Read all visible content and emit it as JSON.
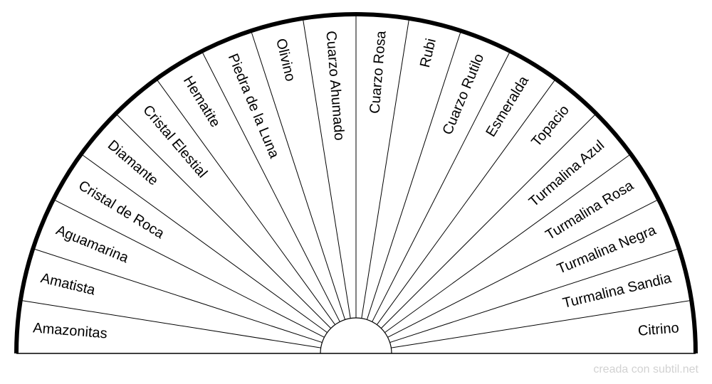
{
  "chart": {
    "segments": [
      "Amazonitas",
      "Amatista",
      "Aguamarina",
      "Cristal de Roca",
      "Diamante",
      "Cristal Elestial",
      "Hematite",
      "Piedra de la Luna",
      "Olivino",
      "Cuarzo Ahumado",
      "Cuarzo Rosa",
      "Rubi",
      "Cuarzo Rutilo",
      "Esmeralda",
      "Topacio",
      "Turmalina Azul",
      "Turmalina Rosa",
      "Turmalina Negra",
      "Turmalina Sandia",
      "Citrino"
    ]
  },
  "footer": {
    "credit": "creada con subtil.net"
  },
  "colors": {
    "line": "#000000",
    "background": "#ffffff",
    "credit": "#d2d2d2"
  }
}
